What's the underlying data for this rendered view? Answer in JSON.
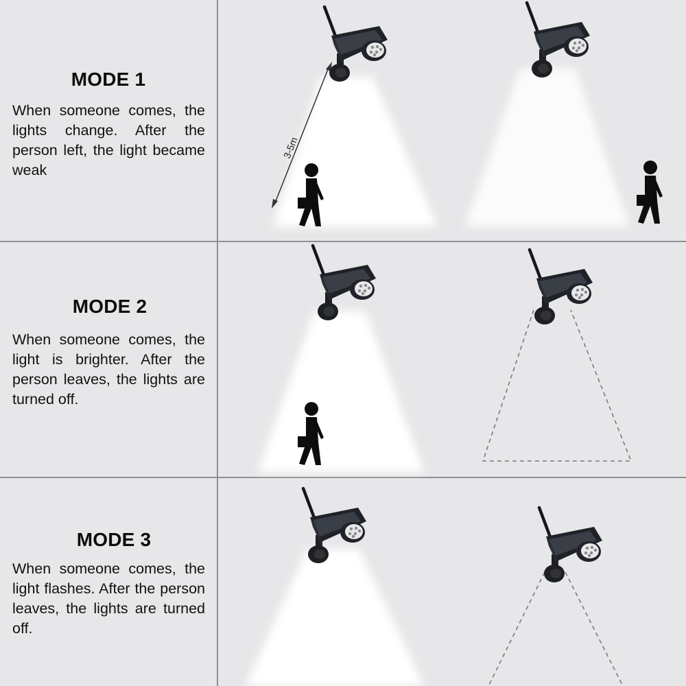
{
  "modes": [
    {
      "title": "MODE 1",
      "description": "When someone comes, the lights change. After the person left, the light became weak"
    },
    {
      "title": "MODE 2",
      "description": "When someone comes, the light is brighter. After the person leaves, the lights are turned off."
    },
    {
      "title": "MODE 3",
      "description": "When someone comes, the light flashes. After the person leaves, the lights are turned off."
    }
  ],
  "distance_label": "3-5m",
  "colors": {
    "background": "#e7e7e9",
    "divider": "#8f8f93",
    "light": "#ffffff",
    "device": "#1c1f24",
    "dashed": "#7a7a7d"
  }
}
